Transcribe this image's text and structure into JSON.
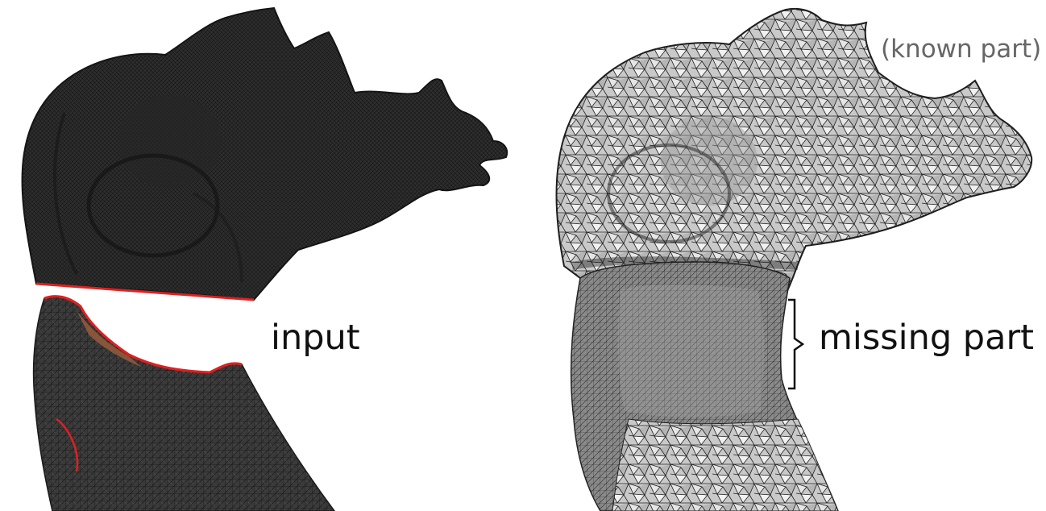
{
  "labels": {
    "input": "input",
    "missing": "missing part",
    "known": "(known part)"
  },
  "colors": {
    "background": "#ffffff",
    "mesh_dark": "#2b2b2b",
    "mesh_light": "#d0d0d0",
    "boundary": "#e02020",
    "hole_fill": "#9a5a3c",
    "text": "#111111",
    "text_muted": "#666666"
  }
}
